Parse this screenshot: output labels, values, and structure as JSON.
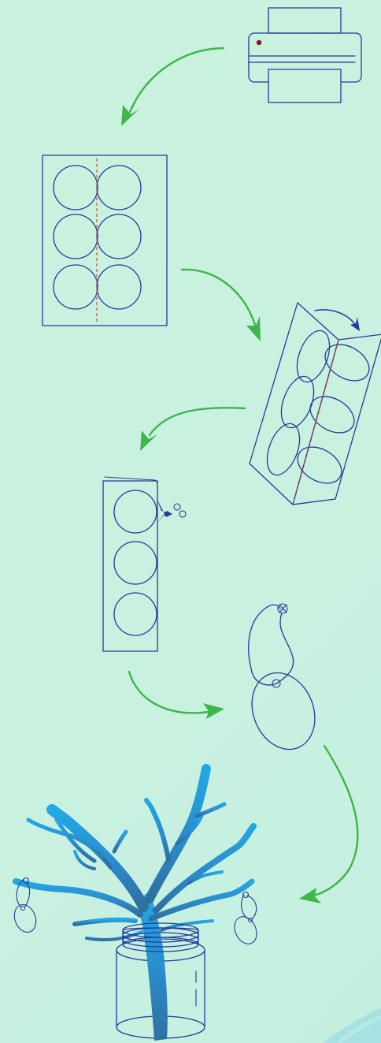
{
  "colors": {
    "background": "#c9f2de",
    "ink": "#243a9a",
    "fold_line": "#d0402a",
    "arrow": "#3fb54a",
    "tree_top": "#23a8e6",
    "tree_bottom": "#2f6fa0",
    "printer_light": "#8a1030"
  },
  "steps": [
    {
      "id": "print",
      "icon": "printer-icon"
    },
    {
      "id": "printed-sheet",
      "icon": "sheet-with-six-circles-icon"
    },
    {
      "id": "fold-sheet",
      "icon": "folding-sheet-icon"
    },
    {
      "id": "cut-circles",
      "icon": "scissors-icon"
    },
    {
      "id": "tie-string",
      "icon": "tag-with-string-icon"
    },
    {
      "id": "hang-on-tree",
      "icon": "tree-in-jar-icon"
    }
  ]
}
